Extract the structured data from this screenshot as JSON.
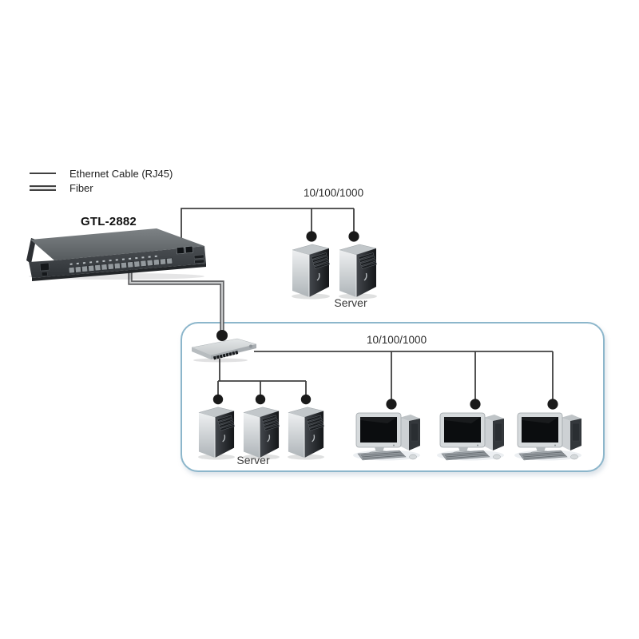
{
  "legend": {
    "items": [
      {
        "id": "ethernet",
        "label": "Ethernet Cable (RJ45)",
        "line_style": "single"
      },
      {
        "id": "fiber",
        "label": "Fiber",
        "line_style": "double"
      }
    ]
  },
  "core_switch": {
    "model": "GTL-2882",
    "type": "rack-switch-sfp"
  },
  "uplink": {
    "speed_label": "10/100/1000",
    "cable": "ethernet",
    "server_group_label": "Server",
    "server_count": 2
  },
  "fiber_link": {
    "cable": "fiber",
    "from": "GTL-2882",
    "to": "desktop-switch"
  },
  "lan_group": {
    "speed_label": "10/100/1000",
    "cable": "ethernet",
    "switch_type": "desktop-switch-8-port",
    "server_group_label": "Server",
    "server_count": 3,
    "workstation_count": 3
  },
  "colors": {
    "line": "#404040",
    "dot": "#1a1a1a",
    "fiber_outer": "#58595b",
    "fiber_core": "#c8cacb",
    "box_border": "#8cb6cb"
  }
}
